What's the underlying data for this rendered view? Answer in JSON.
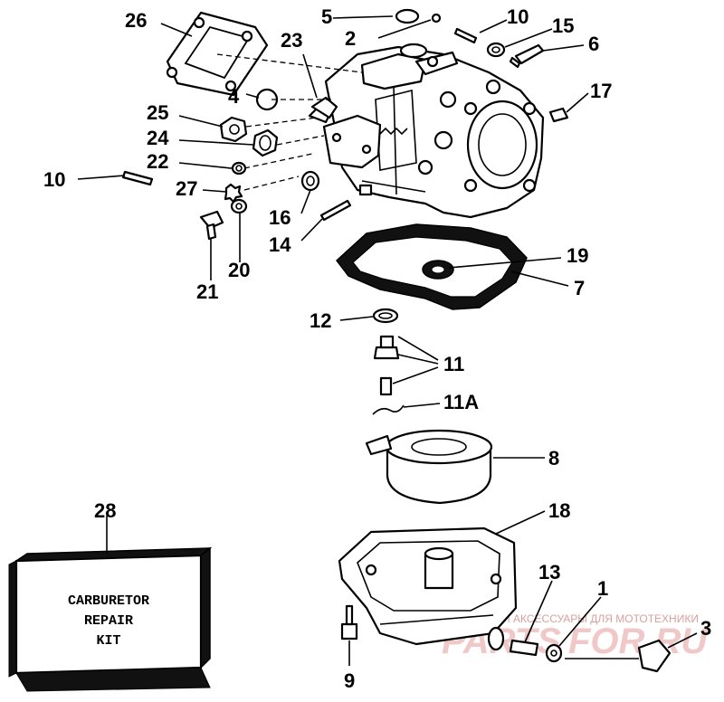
{
  "diagram": {
    "callouts": {
      "c1": "1",
      "c2": "2",
      "c3": "3",
      "c4": "4",
      "c5": "5",
      "c6": "6",
      "c7": "7",
      "c8": "8",
      "c9": "9",
      "c10a": "10",
      "c10b": "10",
      "c11": "11",
      "c11a": "11A",
      "c12": "12",
      "c13": "13",
      "c14": "14",
      "c15": "15",
      "c16": "16",
      "c17": "17",
      "c18": "18",
      "c19": "19",
      "c20": "20",
      "c21": "21",
      "c22": "22",
      "c23": "23",
      "c24": "24",
      "c25": "25",
      "c26": "26",
      "c27": "27",
      "c28": "28"
    },
    "kit_label": {
      "line1": "CARBURETOR",
      "line2": "REPAIR",
      "line3": "KIT"
    },
    "watermark": {
      "tagline": "ЗАПЧАСТИ И АКСЕССУАРЫ ДЛЯ МОТОТЕХНИКИ",
      "brand_left": "PARTS",
      "brand_right": "FOR.RU"
    }
  }
}
